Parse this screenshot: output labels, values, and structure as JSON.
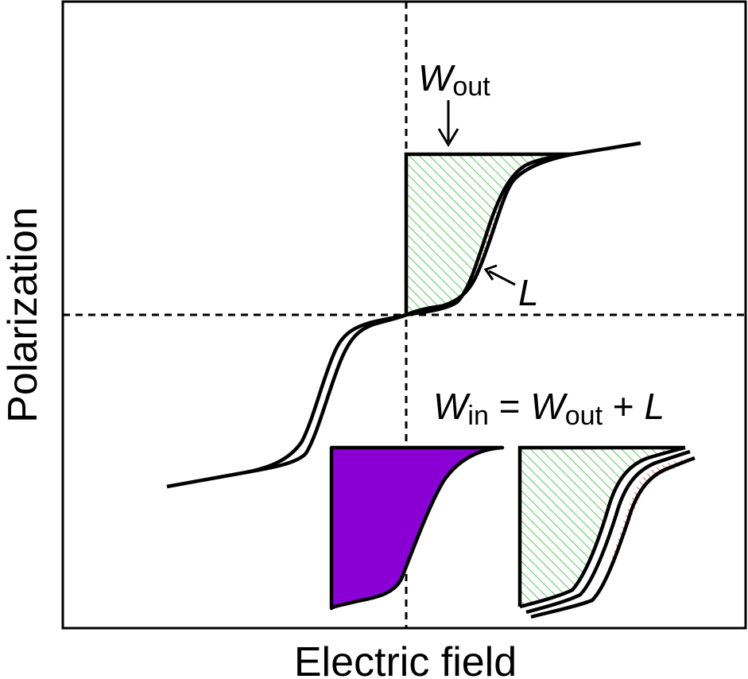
{
  "axes": {
    "xlabel": "Electric field",
    "ylabel": "Polarization"
  },
  "annotations": {
    "w_out": {
      "main": "W",
      "sub": "out"
    },
    "loss": {
      "main": "L"
    },
    "equation": {
      "lhs_main": "W",
      "lhs_sub": "in",
      "equals": " = ",
      "rhs_main": "W",
      "rhs_sub": "out",
      "plus": " + ",
      "rhs_loss": "L"
    }
  },
  "colors": {
    "recovered_energy_hatch": "#5cc85c",
    "energy_loss_hatch": "#e86a6a",
    "input_energy_fill": "#8a00d4",
    "curve": "#000000"
  }
}
